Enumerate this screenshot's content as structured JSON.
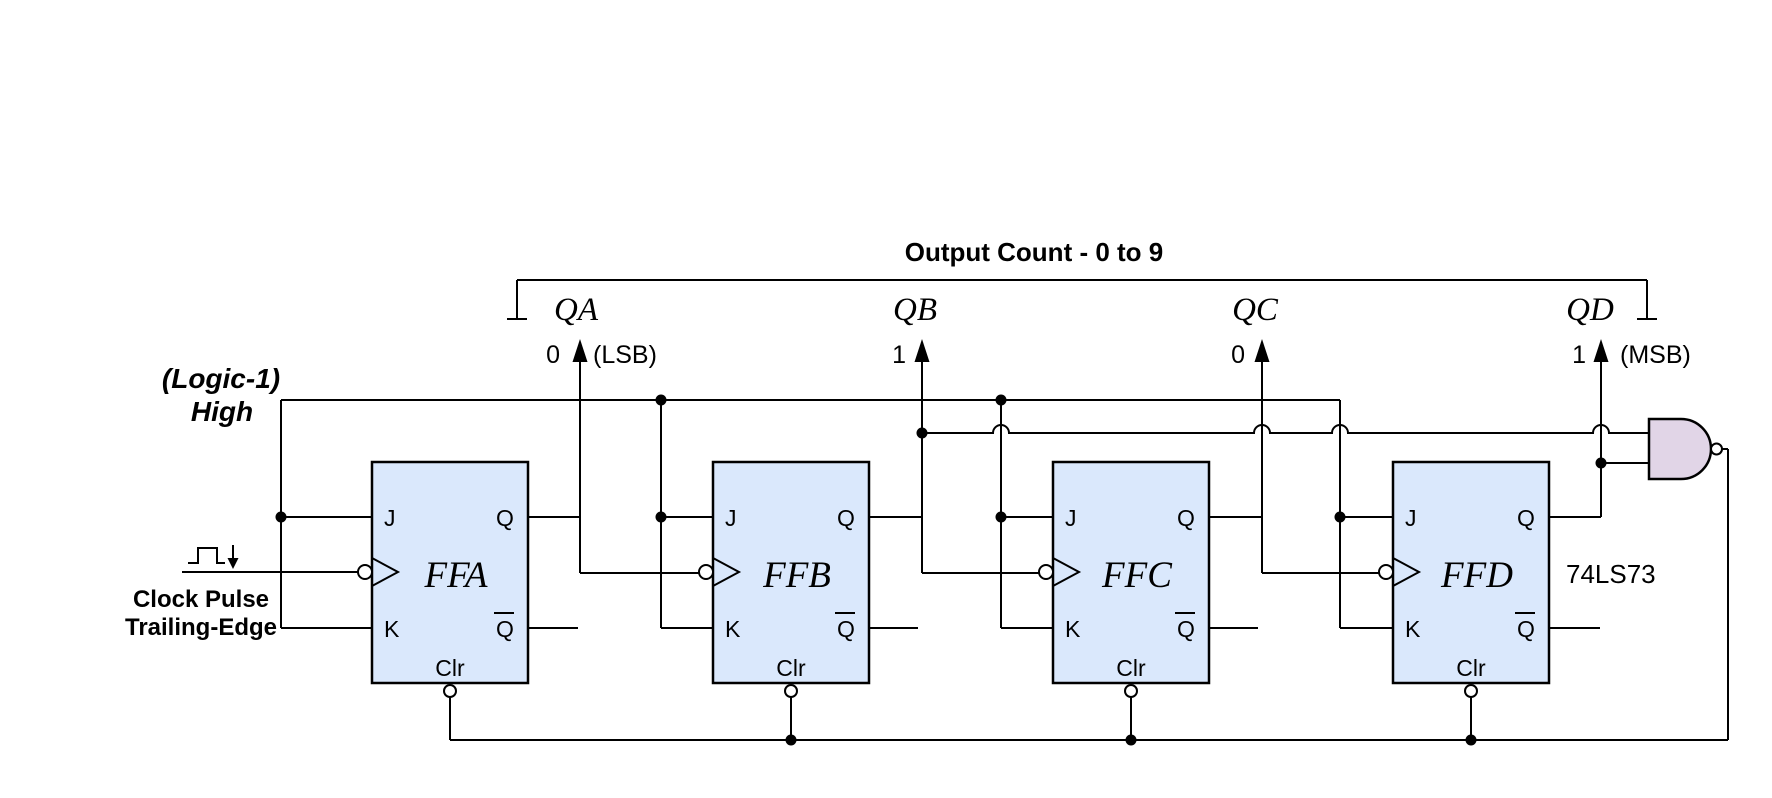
{
  "diagram": {
    "title": "Output Count - 0 to 9",
    "chip_label": "74LS73",
    "logic_label_line1": "(Logic-1)",
    "logic_label_line2": "High",
    "clock_label_line1": "Clock Pulse",
    "clock_label_line2": "Trailing-Edge"
  },
  "pins": {
    "j": "J",
    "k": "K",
    "q": "Q",
    "qbar": "Q",
    "clr": "Clr"
  },
  "flipflops": [
    {
      "name": "FFA"
    },
    {
      "name": "FFB"
    },
    {
      "name": "FFC"
    },
    {
      "name": "FFD"
    }
  ],
  "outputs": [
    {
      "name": "QA",
      "value": "0",
      "tag": "(LSB)"
    },
    {
      "name": "QB",
      "value": "1",
      "tag": ""
    },
    {
      "name": "QC",
      "value": "0",
      "tag": ""
    },
    {
      "name": "QD",
      "value": "1",
      "tag": "(MSB)"
    }
  ],
  "colors": {
    "flipflop_fill": "#DAE8FC",
    "gate_fill": "#E1D5E7",
    "wire": "#000000",
    "background": "#FFFFFF"
  }
}
